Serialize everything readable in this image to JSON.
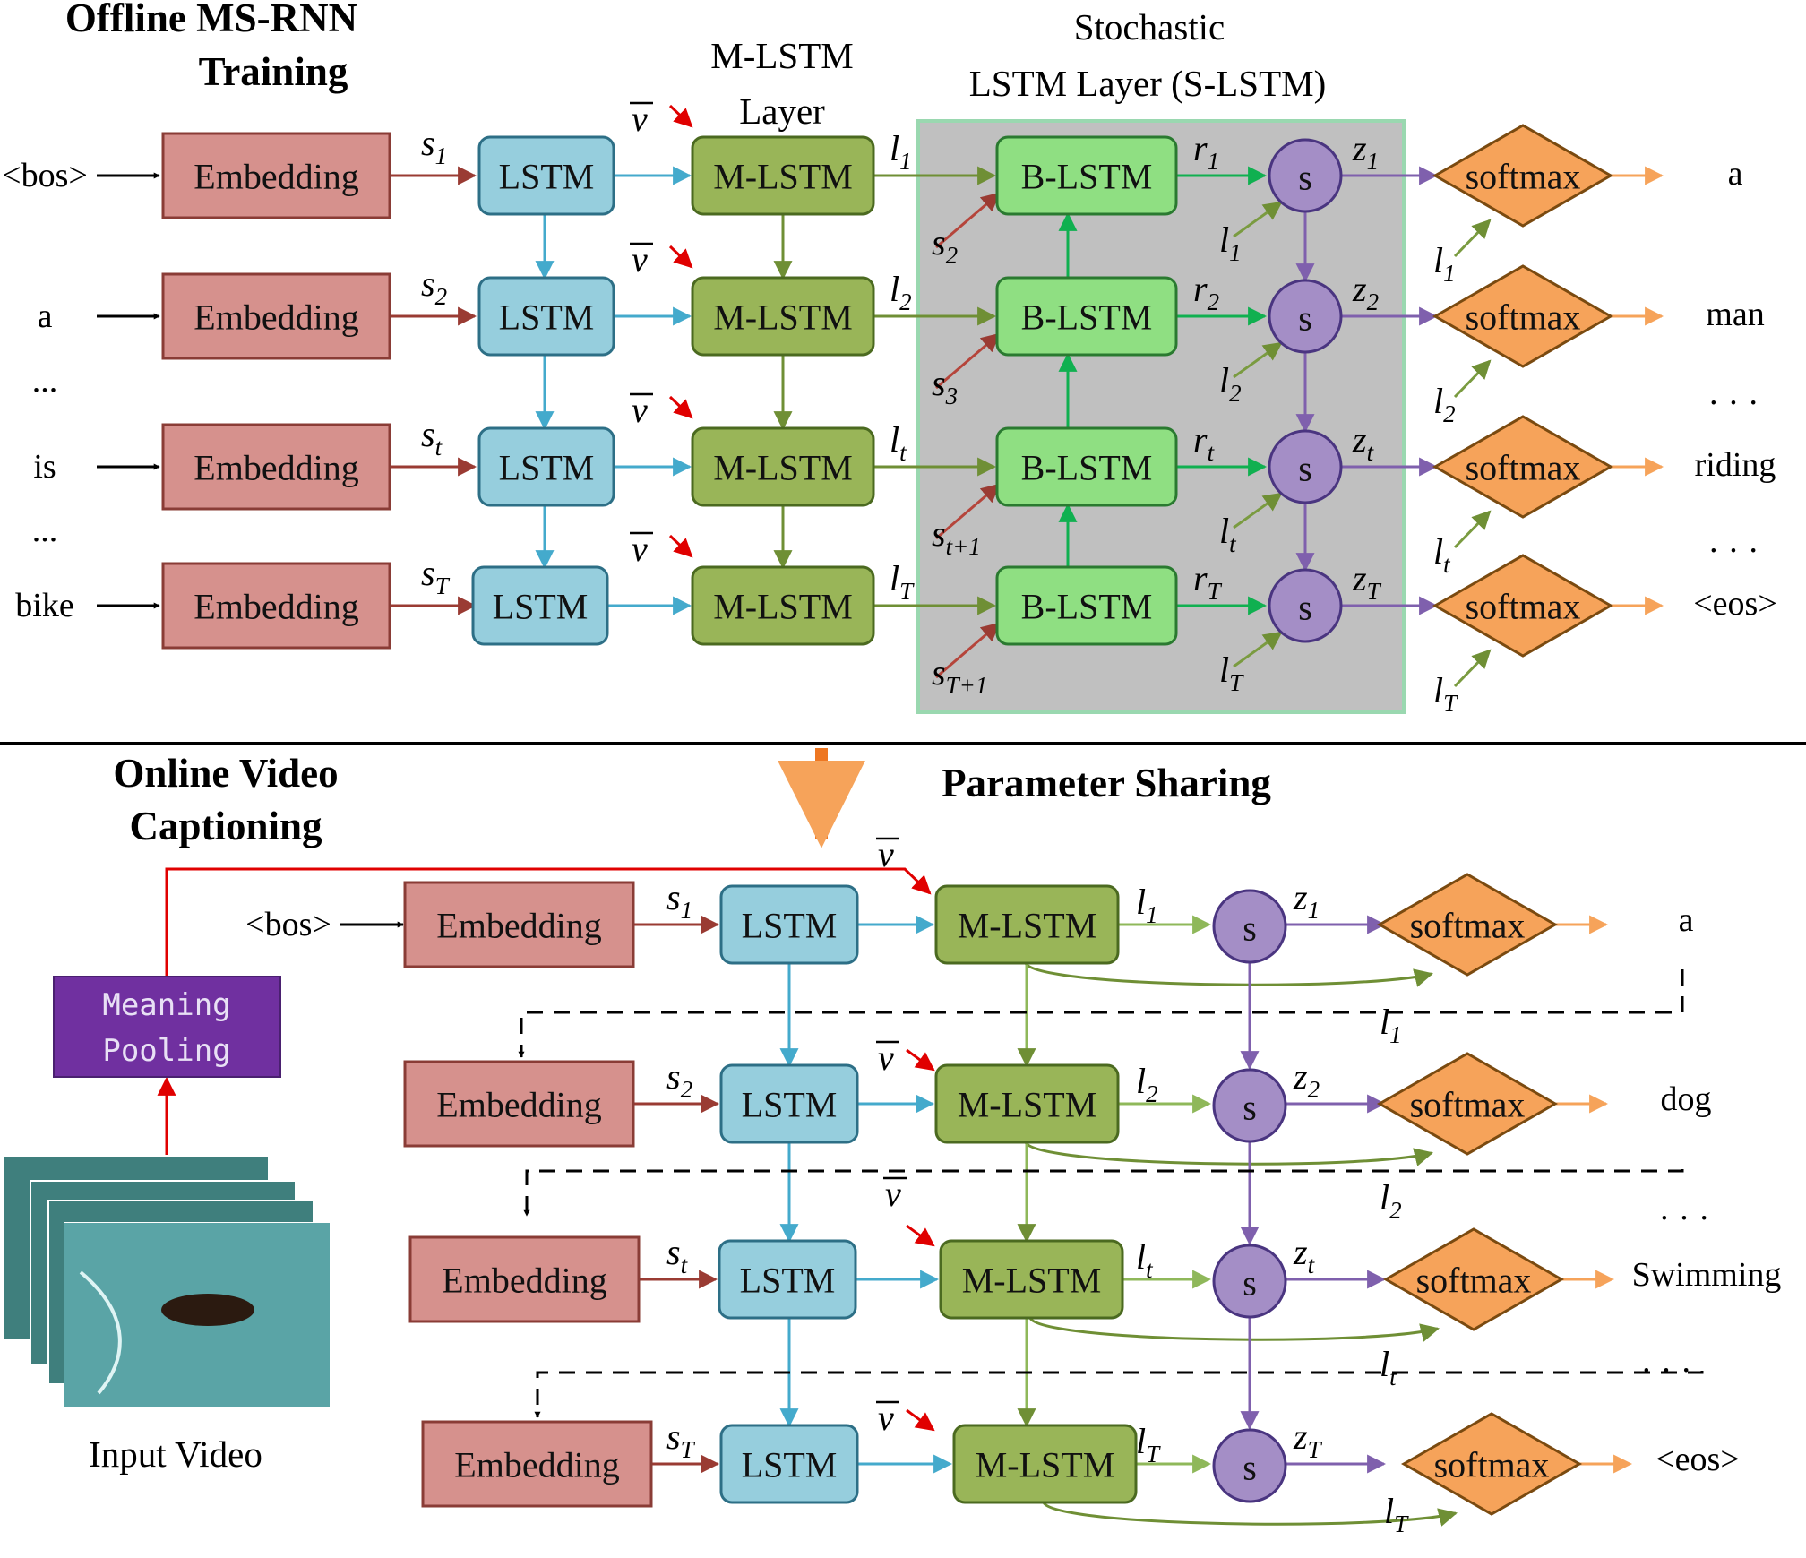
{
  "offline": {
    "title_line1": "Offline MS-RNN",
    "title_line2": "Training",
    "mlstm_layer_line1": "M-LSTM",
    "mlstm_layer_line2": "Layer",
    "slstm_line1": "Stochastic",
    "slstm_line2": "LSTM Layer (S-LSTM)",
    "inputs": [
      "<bos>",
      "a",
      "is",
      "bike"
    ],
    "input_ellipses": [
      "...",
      "..."
    ],
    "outputs": [
      "a",
      "man",
      "riding",
      "<eos>"
    ],
    "output_ellipses": [
      "· · ·",
      "· · ·"
    ],
    "s_subs": [
      "1",
      "2",
      "t",
      "T"
    ],
    "sb_subs": [
      "2",
      "3",
      "t+1",
      "T+1"
    ],
    "l_subs": [
      "1",
      "2",
      "t",
      "T"
    ]
  },
  "online": {
    "title_line1": "Online Video",
    "title_line2": "Captioning",
    "param_sharing": "Parameter Sharing",
    "pool_line1": "Meaning",
    "pool_line2": "Pooling",
    "input_video": "Input Video",
    "bos": "<bos>",
    "outputs": [
      "a",
      "dog",
      "Swimming",
      "<eos>"
    ],
    "output_ellipses": [
      "· · ·",
      "· · ·"
    ],
    "s_subs": [
      "1",
      "2",
      "t",
      "T"
    ],
    "l_subs": [
      "1",
      "2",
      "t",
      "T"
    ],
    "soft_l_subs": [
      "1",
      "2",
      "t",
      "T"
    ]
  },
  "labels": {
    "embedding": "Embedding",
    "lstm": "LSTM",
    "mlstm": "M-LSTM",
    "blstm": "B-LSTM",
    "softmax": "softmax",
    "s_node": "s",
    "v": "v",
    "s": "s",
    "l": "l",
    "r": "r",
    "z": "z"
  },
  "colors": {
    "embedding": "#d6918d",
    "lstm": "#96cedd",
    "mlstm": "#99b558",
    "blstm": "#8fdf82",
    "s_node": "#a48ec6",
    "softmax": "#f6a35a",
    "slstm_bg": "#c0c0c0",
    "pool": "#7030a0",
    "param_sharing": "#1f2d6b"
  }
}
